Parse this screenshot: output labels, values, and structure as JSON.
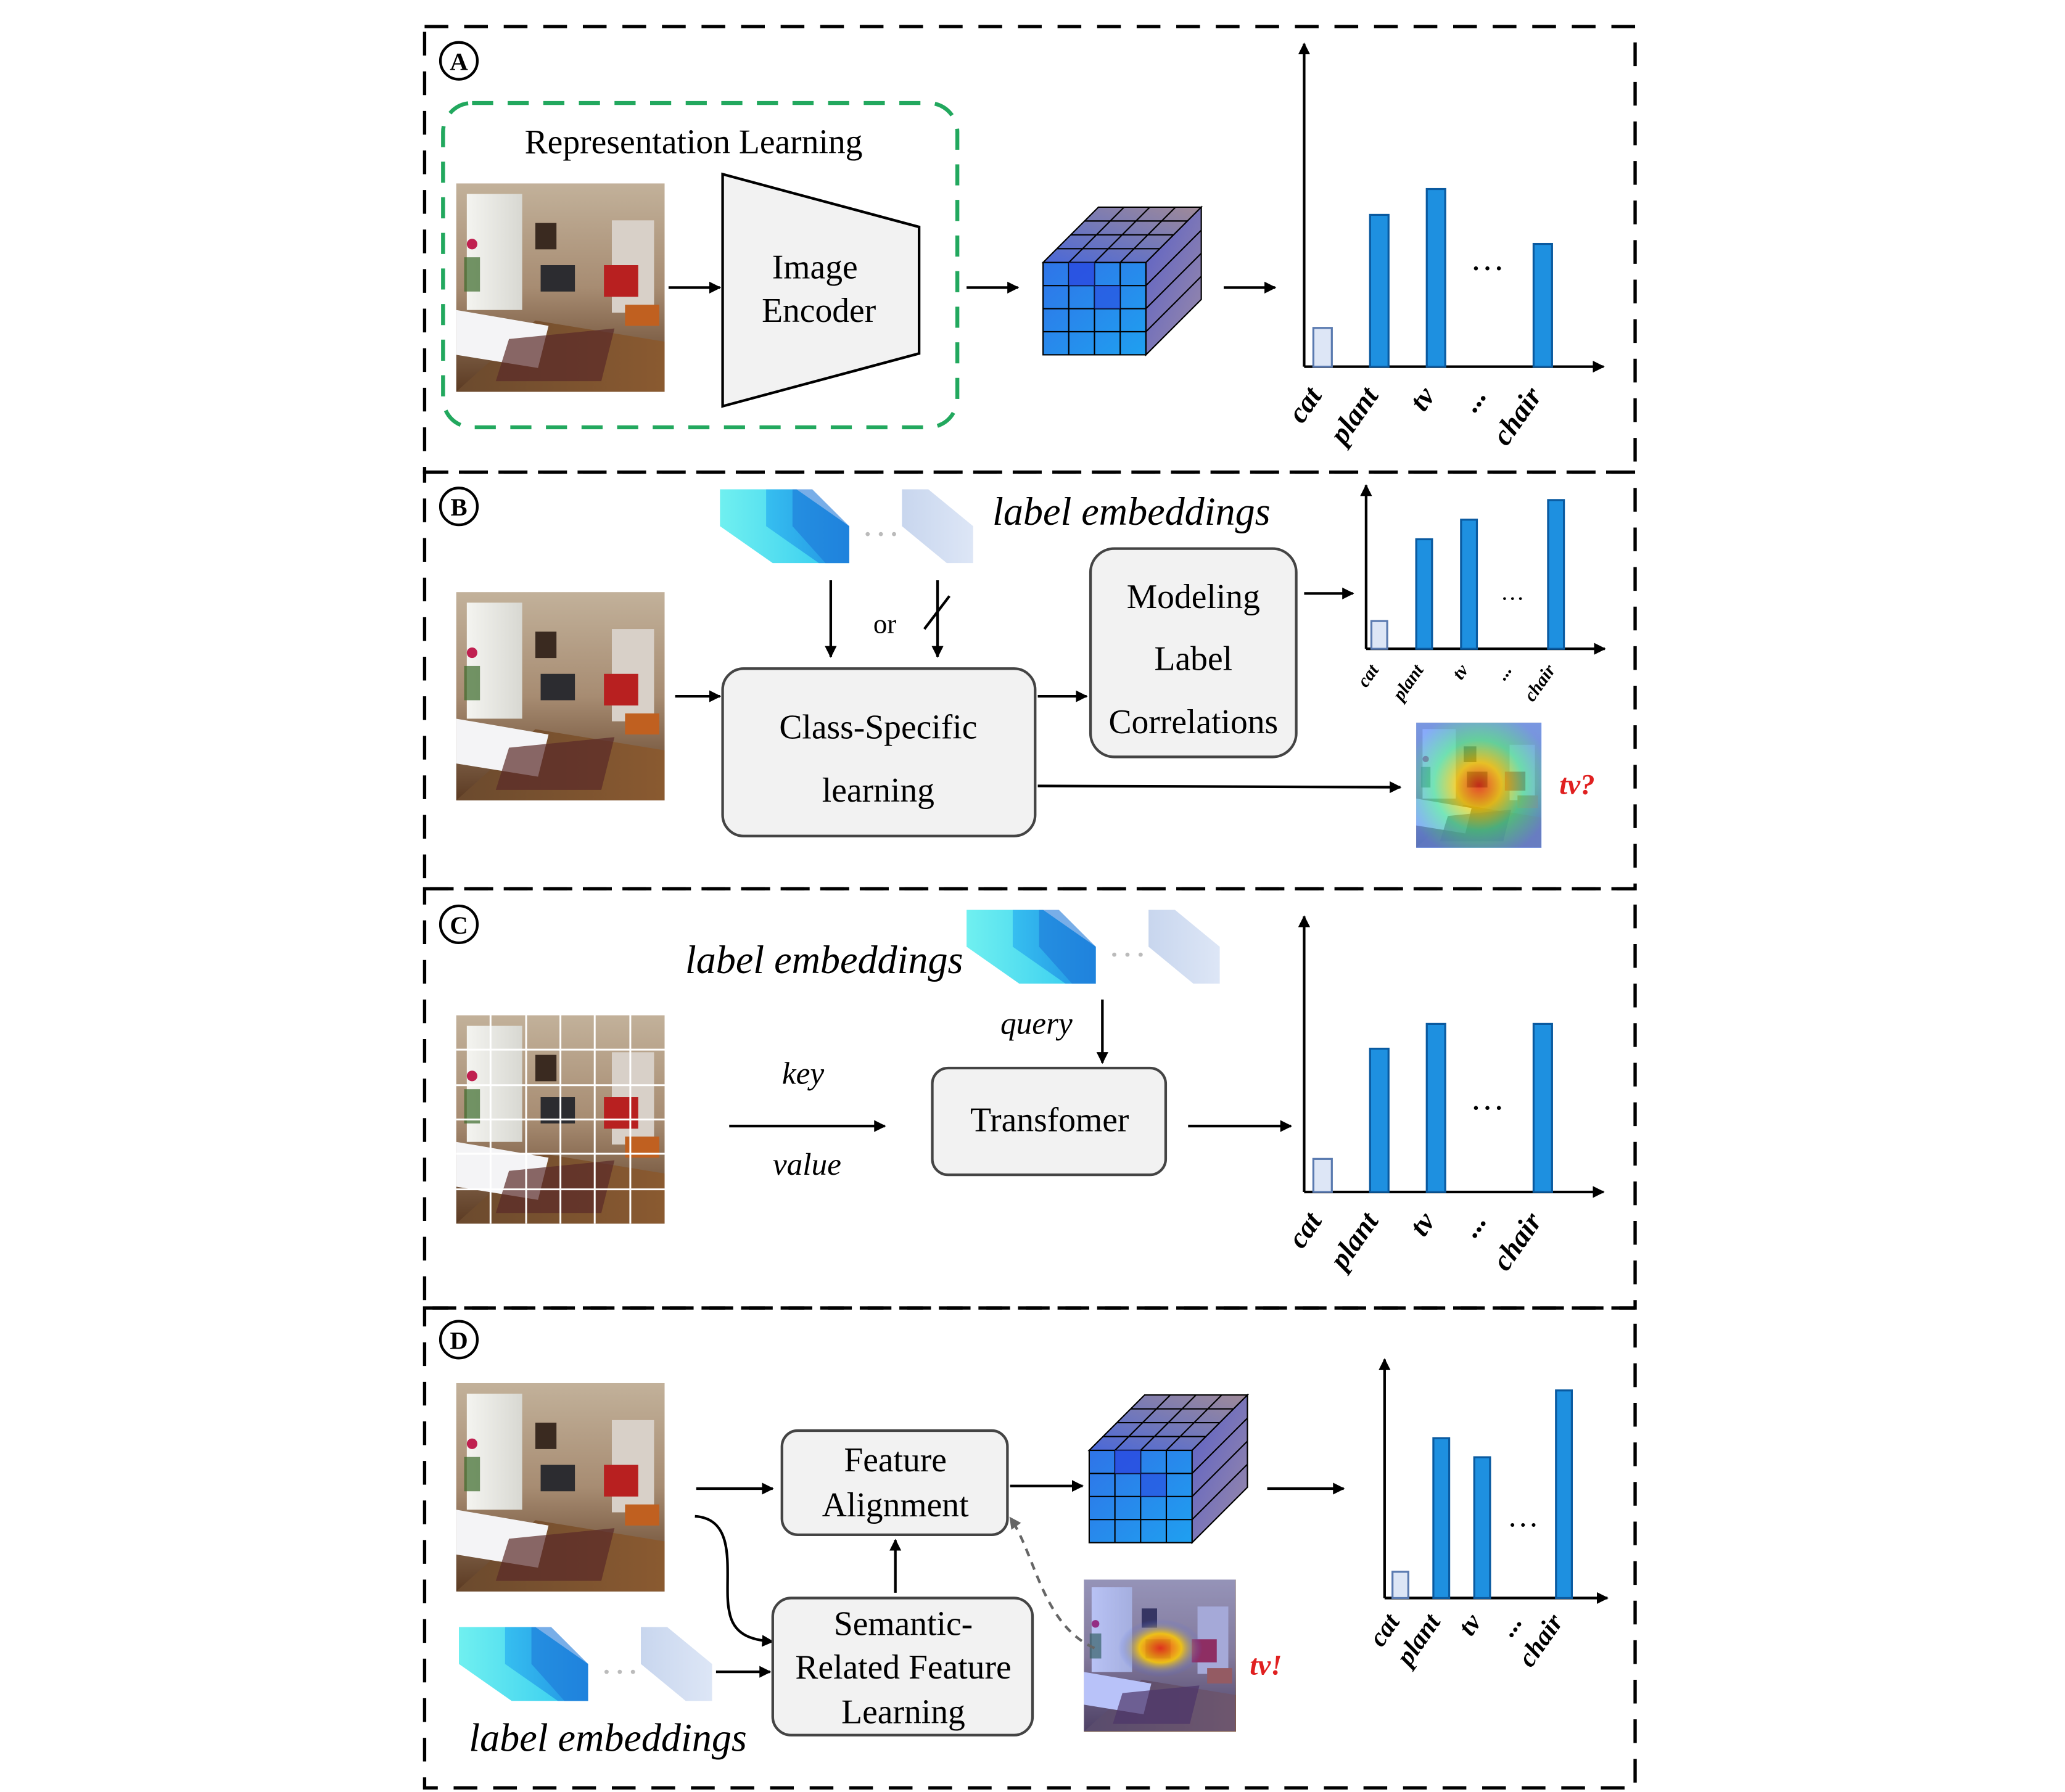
{
  "panels": {
    "a": {
      "marker": "A",
      "group_title": "Representation Learning",
      "encoder_line1": "Image",
      "encoder_line2": "Encoder"
    },
    "b": {
      "marker": "B",
      "embed_label": "label embeddings",
      "or_label": "or",
      "csl_line1": "Class-Specific",
      "csl_line2": "learning",
      "mlc_line1": "Modeling",
      "mlc_line2": "Label",
      "mlc_line3": "Correlations",
      "heat_label": "tv?"
    },
    "c": {
      "marker": "C",
      "embed_label": "label embeddings",
      "query_label": "query",
      "key_label": "key",
      "value_label": "value",
      "transformer_label": "Transfomer"
    },
    "d": {
      "marker": "D",
      "embed_label": "label embeddings",
      "fa_line1": "Feature",
      "fa_line2": "Alignment",
      "srfl_line1": "Semantic-",
      "srfl_line2": "Related Feature",
      "srfl_line3": "Learning",
      "heat_label": "tv!"
    }
  },
  "charts": {
    "a": {
      "categories": [
        "cat",
        "plant",
        "tv",
        "...",
        "chair"
      ],
      "values": [
        0.12,
        0.47,
        0.55,
        null,
        0.38
      ],
      "ellipsis": "…"
    },
    "b": {
      "categories": [
        "cat",
        "plant",
        "tv",
        "...",
        "chair"
      ],
      "values": [
        0.17,
        0.67,
        0.79,
        null,
        0.91
      ],
      "ellipsis": "…"
    },
    "c": {
      "categories": [
        "cat",
        "plant",
        "tv",
        "...",
        "chair"
      ],
      "values": [
        0.12,
        0.52,
        0.61,
        null,
        0.61
      ],
      "ellipsis": "…"
    },
    "d": {
      "categories": [
        "cat",
        "plant",
        "tv",
        "...",
        "chair"
      ],
      "values": [
        0.11,
        0.67,
        0.59,
        null,
        0.87
      ],
      "ellipsis": "…"
    }
  },
  "colors": {
    "bar_fill": "#1e90e0",
    "bar_low_fill": "#dde6f6",
    "group_dash": "#22a85e",
    "box_fill": "#f2f2f2",
    "highlight_label": "#e02020"
  }
}
